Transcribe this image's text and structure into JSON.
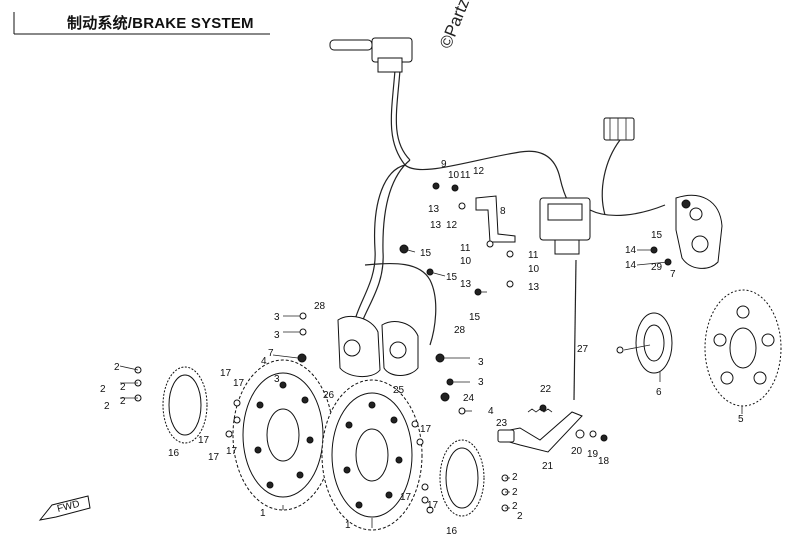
{
  "diagram": {
    "title": "制动系统/BRAKE SYSTEM",
    "watermark": "©Partzilla",
    "fwd_label": "FWD",
    "callouts": [
      {
        "id": "c1",
        "text": "1"
      },
      {
        "id": "c2",
        "text": "1"
      },
      {
        "id": "c3",
        "text": "2"
      },
      {
        "id": "c4",
        "text": "2"
      },
      {
        "id": "c5",
        "text": "2"
      },
      {
        "id": "c6",
        "text": "2"
      },
      {
        "id": "c7",
        "text": "2"
      },
      {
        "id": "c8",
        "text": "2"
      },
      {
        "id": "c9",
        "text": "2"
      },
      {
        "id": "c10",
        "text": "2"
      },
      {
        "id": "c11",
        "text": "2"
      },
      {
        "id": "c12",
        "text": "3"
      },
      {
        "id": "c13",
        "text": "3"
      },
      {
        "id": "c14",
        "text": "3"
      },
      {
        "id": "c15",
        "text": "3"
      },
      {
        "id": "c16",
        "text": "3"
      },
      {
        "id": "c17",
        "text": "4"
      },
      {
        "id": "c18",
        "text": "4"
      },
      {
        "id": "c19",
        "text": "5"
      },
      {
        "id": "c20",
        "text": "6"
      },
      {
        "id": "c21",
        "text": "7"
      },
      {
        "id": "c22",
        "text": "7"
      },
      {
        "id": "c23",
        "text": "8"
      },
      {
        "id": "c24",
        "text": "9"
      },
      {
        "id": "c25",
        "text": "10"
      },
      {
        "id": "c26",
        "text": "11"
      },
      {
        "id": "c27",
        "text": "12"
      },
      {
        "id": "c28",
        "text": "12"
      },
      {
        "id": "c29",
        "text": "13"
      },
      {
        "id": "c30",
        "text": "13"
      },
      {
        "id": "c31",
        "text": "11"
      },
      {
        "id": "c32",
        "text": "10"
      },
      {
        "id": "c33",
        "text": "11"
      },
      {
        "id": "c34",
        "text": "10"
      },
      {
        "id": "c35",
        "text": "13"
      },
      {
        "id": "c36",
        "text": "13"
      },
      {
        "id": "c37",
        "text": "14"
      },
      {
        "id": "c38",
        "text": "14"
      },
      {
        "id": "c39",
        "text": "15"
      },
      {
        "id": "c40",
        "text": "15"
      },
      {
        "id": "c41",
        "text": "15"
      },
      {
        "id": "c42",
        "text": "15"
      },
      {
        "id": "c43",
        "text": "16"
      },
      {
        "id": "c44",
        "text": "16"
      },
      {
        "id": "c45",
        "text": "17"
      },
      {
        "id": "c46",
        "text": "17"
      },
      {
        "id": "c47",
        "text": "17"
      },
      {
        "id": "c48",
        "text": "17"
      },
      {
        "id": "c49",
        "text": "17"
      },
      {
        "id": "c50",
        "text": "17"
      },
      {
        "id": "c51",
        "text": "17"
      },
      {
        "id": "c52",
        "text": "17"
      },
      {
        "id": "c53",
        "text": "18"
      },
      {
        "id": "c54",
        "text": "19"
      },
      {
        "id": "c55",
        "text": "20"
      },
      {
        "id": "c56",
        "text": "21"
      },
      {
        "id": "c57",
        "text": "22"
      },
      {
        "id": "c58",
        "text": "23"
      },
      {
        "id": "c59",
        "text": "24"
      },
      {
        "id": "c60",
        "text": "25"
      },
      {
        "id": "c61",
        "text": "26"
      },
      {
        "id": "c62",
        "text": "27"
      },
      {
        "id": "c63",
        "text": "28"
      },
      {
        "id": "c64",
        "text": "28"
      },
      {
        "id": "c65",
        "text": "29"
      },
      {
        "id": "c66",
        "text": "4"
      },
      {
        "id": "c67",
        "text": "3"
      },
      {
        "id": "c68",
        "text": "17"
      }
    ]
  }
}
